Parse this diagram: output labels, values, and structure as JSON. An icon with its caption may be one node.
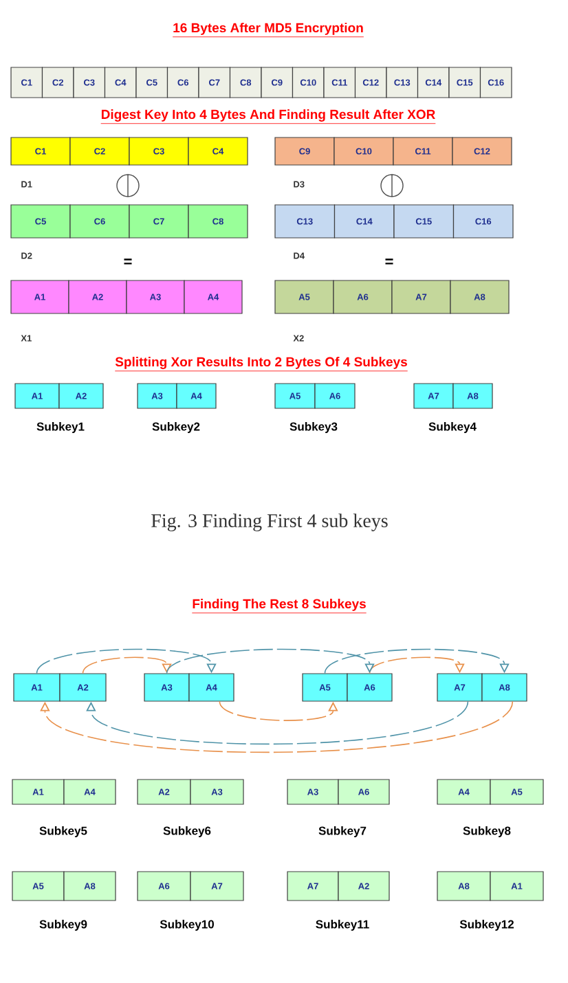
{
  "diagram": {
    "title": "16 Bytes After MD5 Encryption",
    "caption": "Fig. 3 Finding First 4 sub keys",
    "nodes": [
      {
        "text": [
          "C1"
        ]
      },
      {
        "text": [
          "C2"
        ]
      },
      {
        "text": [
          "C3"
        ]
      },
      {
        "text": [
          "C4"
        ]
      },
      {
        "text": [
          "C5"
        ]
      },
      {
        "text": [
          "C6"
        ]
      },
      {
        "text": [
          "C7"
        ]
      },
      {
        "text": [
          "C8"
        ]
      },
      {
        "text": [
          "C9"
        ]
      },
      {
        "text": [
          "C10"
        ]
      },
      {
        "text": [
          "C11"
        ]
      },
      {
        "text": [
          "C12"
        ]
      },
      {
        "text": [
          "C13"
        ]
      },
      {
        "text": [
          "C14"
        ]
      },
      {
        "text": [
          "C15"
        ]
      },
      {
        "text": [
          "C16"
        ]
      },
      {
        "text": [
          "C1"
        ]
      },
      {
        "text": [
          "C2"
        ]
      },
      {
        "text": [
          "C3"
        ]
      },
      {
        "text": [
          "C4"
        ]
      },
      {
        "text": [
          "C9"
        ]
      },
      {
        "text": [
          "C10"
        ]
      },
      {
        "text": [
          "C11"
        ]
      },
      {
        "text": [
          "C12"
        ]
      },
      {
        "text": [
          "C5"
        ]
      },
      {
        "text": [
          "C6"
        ]
      },
      {
        "text": [
          "C7"
        ]
      },
      {
        "text": [
          "C8"
        ]
      },
      {
        "text": [
          "C13"
        ]
      },
      {
        "text": [
          "C14"
        ]
      },
      {
        "text": [
          "C15"
        ]
      },
      {
        "text": [
          "C16"
        ]
      },
      {
        "text": [
          "A1"
        ]
      },
      {
        "text": [
          "A2"
        ]
      },
      {
        "text": [
          "A3"
        ]
      },
      {
        "text": [
          "A4"
        ]
      },
      {
        "text": [
          "A5"
        ]
      },
      {
        "text": [
          "A6"
        ]
      },
      {
        "text": [
          "A7"
        ]
      },
      {
        "text": [
          "A8"
        ]
      },
      {
        "text": [
          "A1"
        ]
      },
      {
        "text": [
          "A2"
        ]
      },
      {
        "text": [
          "A3"
        ]
      },
      {
        "text": [
          "A4"
        ]
      },
      {
        "text": [
          "A5"
        ]
      },
      {
        "text": [
          "A6"
        ]
      },
      {
        "text": [
          "A7"
        ]
      },
      {
        "text": [
          "A8"
        ]
      },
      {
        "text": [
          "A1"
        ]
      },
      {
        "text": [
          "A2"
        ]
      },
      {
        "text": [
          "A3"
        ]
      },
      {
        "text": [
          "A4"
        ]
      },
      {
        "text": [
          "A5"
        ]
      },
      {
        "text": [
          "A6"
        ]
      },
      {
        "text": [
          "A7"
        ]
      },
      {
        "text": [
          "A8"
        ]
      },
      {
        "text": [
          "A1"
        ]
      },
      {
        "text": [
          "A4"
        ]
      },
      {
        "text": [
          "A2"
        ]
      },
      {
        "text": [
          "A3"
        ]
      },
      {
        "text": [
          "A3"
        ]
      },
      {
        "text": [
          "A6"
        ]
      },
      {
        "text": [
          "A4"
        ]
      },
      {
        "text": [
          "A5"
        ]
      },
      {
        "text": [
          "A5"
        ]
      },
      {
        "text": [
          "A8"
        ]
      },
      {
        "text": [
          "A6"
        ]
      },
      {
        "text": [
          "A7"
        ]
      },
      {
        "text": [
          "A7"
        ]
      },
      {
        "text": [
          "A2"
        ]
      },
      {
        "text": [
          "A8"
        ]
      },
      {
        "text": [
          "A1"
        ]
      }
    ],
    "edges": [
      {
        "from": 48,
        "to": 51,
        "arrow": "to",
        "style": "dashed",
        "color": "#4f93a8"
      },
      {
        "from": 49,
        "to": 50,
        "arrow": "to",
        "style": "dashed",
        "color": "#e8904a"
      },
      {
        "from": 52,
        "to": 55,
        "arrow": "to",
        "style": "dashed",
        "color": "#4f93a8"
      },
      {
        "from": 53,
        "to": 54,
        "arrow": "to",
        "style": "dashed",
        "color": "#e8904a"
      },
      {
        "from": 50,
        "to": 53,
        "arrow": "to",
        "style": "dashed",
        "color": "#4f93a8"
      },
      {
        "from": 51,
        "to": 52,
        "arrow": "to",
        "style": "dashed",
        "color": "#e8904a"
      },
      {
        "from": 54,
        "to": 49,
        "arrow": "to",
        "style": "dashed",
        "color": "#4f93a8"
      },
      {
        "from": 55,
        "to": 48,
        "arrow": "to",
        "style": "dashed",
        "color": "#e8904a"
      }
    ],
    "labels": [
      "Digest Key Into 4 Bytes And Finding Result After XOR",
      "D1",
      "D3",
      "D2",
      "=",
      "D4",
      "=",
      "X1",
      "X2",
      "Splitting Xor Results Into 2 Bytes Of 4 Subkeys",
      "Subkey1",
      "Subkey2",
      "Subkey3",
      "Subkey4",
      "Finding The Rest 8 Subkeys",
      "Subkey5",
      "Subkey6",
      "Subkey7",
      "Subkey8",
      "Subkey9",
      "Subkey10",
      "Subkey11",
      "Subkey12"
    ]
  }
}
